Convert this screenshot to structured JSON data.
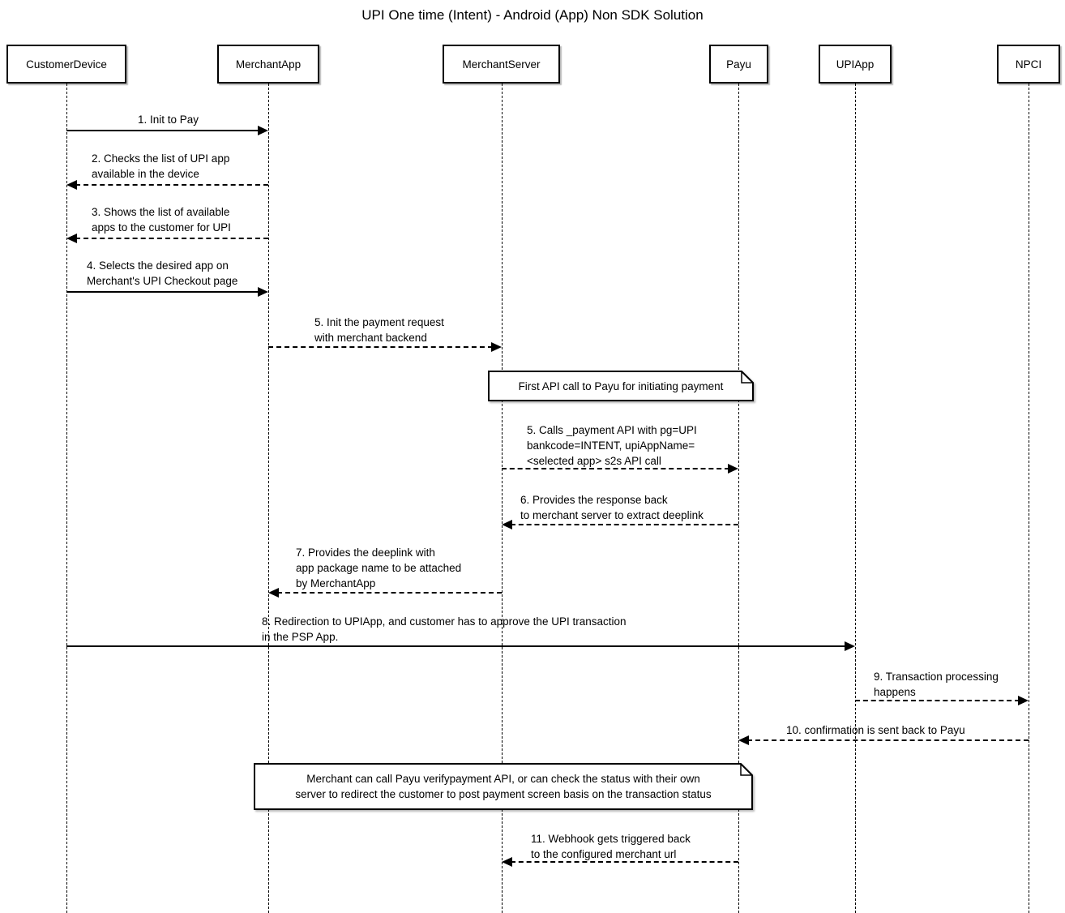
{
  "title": "UPI One time (Intent) - Android (App) Non SDK Solution",
  "colors": {
    "line": "#000000",
    "fill": "#ffffff",
    "text": "#000000"
  },
  "actors": [
    {
      "id": "CustomerDevice",
      "label": "CustomerDevice"
    },
    {
      "id": "MerchantApp",
      "label": "MerchantApp"
    },
    {
      "id": "MerchantServer",
      "label": "MerchantServer"
    },
    {
      "id": "Payu",
      "label": "Payu"
    },
    {
      "id": "UPIApp",
      "label": "UPIApp"
    },
    {
      "id": "NPCI",
      "label": "NPCI"
    }
  ],
  "messages": [
    {
      "label": "1. Init to Pay",
      "from": "CustomerDevice",
      "to": "MerchantApp",
      "line": "solid"
    },
    {
      "label": "2. Checks the list of UPI app\navailable in the device",
      "from": "MerchantApp",
      "to": "CustomerDevice",
      "line": "dashed"
    },
    {
      "label": "3. Shows the list of available\napps to the customer for UPI",
      "from": "MerchantApp",
      "to": "CustomerDevice",
      "line": "dashed"
    },
    {
      "label": "4. Selects the desired app on\nMerchant's UPI Checkout page",
      "from": "CustomerDevice",
      "to": "MerchantApp",
      "line": "solid"
    },
    {
      "label": "5. Init the payment request\nwith merchant backend",
      "from": "MerchantApp",
      "to": "MerchantServer",
      "line": "dashed"
    },
    {
      "label": "5. Calls _payment API with pg=UPI\nbankcode=INTENT, upiAppName=\n<selected app> s2s API call",
      "from": "MerchantServer",
      "to": "Payu",
      "line": "dashed"
    },
    {
      "label": "6. Provides the response back\nto merchant server to extract deeplink",
      "from": "Payu",
      "to": "MerchantServer",
      "line": "dashed"
    },
    {
      "label": "7. Provides the deeplink with\napp package name to be attached\nby MerchantApp",
      "from": "MerchantServer",
      "to": "MerchantApp",
      "line": "dashed"
    },
    {
      "label": "8. Redirection to UPIApp, and customer has to approve the UPI transaction\nin the PSP App.",
      "from": "CustomerDevice",
      "to": "UPIApp",
      "line": "solid"
    },
    {
      "label": "9. Transaction processing\nhappens",
      "from": "UPIApp",
      "to": "NPCI",
      "line": "dashed"
    },
    {
      "label": "10. confirmation is sent back to Payu",
      "from": "NPCI",
      "to": "Payu",
      "line": "dashed"
    },
    {
      "label": "11. Webhook gets triggered back\nto the configured merchant url",
      "from": "Payu",
      "to": "MerchantServer",
      "line": "dashed"
    }
  ],
  "notes": [
    {
      "text": "First API call to Payu for initiating payment"
    },
    {
      "text": "Merchant can call Payu verifypayment API, or can check the status with their own\nserver to redirect the customer to post payment screen basis on the transaction status"
    }
  ]
}
